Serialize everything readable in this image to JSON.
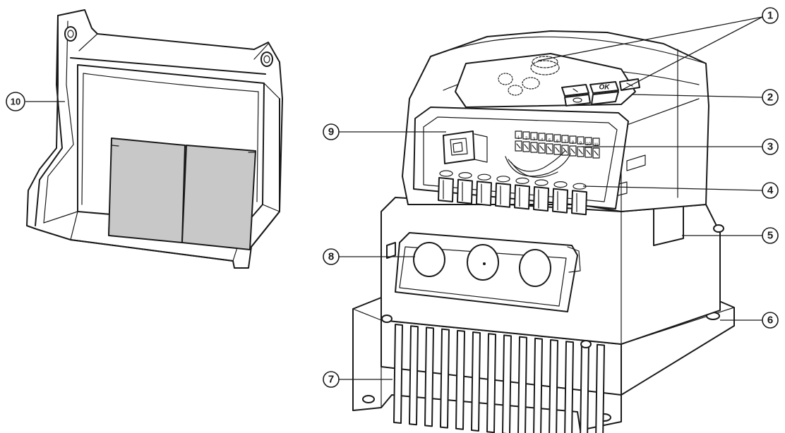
{
  "callouts": [
    {
      "id": "1",
      "label": "1"
    },
    {
      "id": "2",
      "label": "2"
    },
    {
      "id": "3",
      "label": "3"
    },
    {
      "id": "4",
      "label": "4"
    },
    {
      "id": "5",
      "label": "5"
    },
    {
      "id": "6",
      "label": "6"
    },
    {
      "id": "7",
      "label": "7"
    },
    {
      "id": "8",
      "label": "8"
    },
    {
      "id": "9",
      "label": "9"
    },
    {
      "id": "10",
      "label": "10"
    }
  ],
  "keypad": {
    "ok_label": "OK"
  },
  "terminal_numbers": [
    "1",
    "2",
    "3",
    "4",
    "5",
    "6",
    "7",
    "8",
    "9",
    "10",
    "11"
  ]
}
